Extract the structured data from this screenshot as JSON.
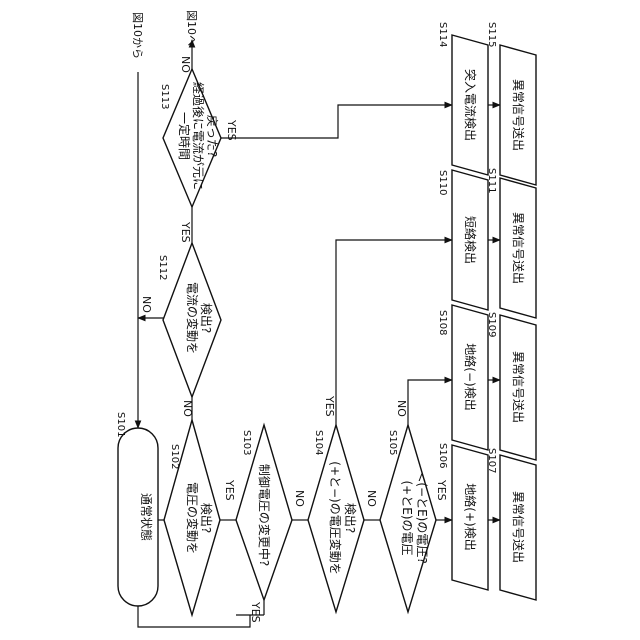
{
  "from_fig10": "図10から",
  "to_fig10": "図10へ",
  "start": {
    "id": "S101",
    "text": "通常状態"
  },
  "decisions": [
    {
      "id": "S102",
      "lines": [
        "電圧の変動を",
        "検出?"
      ]
    },
    {
      "id": "S103",
      "lines": [
        "制御電圧の変更中?"
      ]
    },
    {
      "id": "S104",
      "lines": [
        "(+と−)の電圧変動を",
        "検出?"
      ]
    },
    {
      "id": "S105",
      "lines": [
        "(+とE)の電圧",
        "<(−とE)の電圧?"
      ]
    },
    {
      "id": "S112",
      "lines": [
        "電流の変動を",
        "検出?"
      ]
    },
    {
      "id": "S113",
      "lines": [
        "一定時間",
        "経過後に電流が元に",
        "戻った?"
      ]
    }
  ],
  "detections": [
    {
      "id": "S106",
      "text": "地絡(+)検出"
    },
    {
      "id": "S108",
      "text": "地絡(−)検出"
    },
    {
      "id": "S110",
      "text": "短絡検出"
    },
    {
      "id": "S114",
      "text": "突入電流検出"
    }
  ],
  "signals": [
    {
      "id": "S107",
      "text": "異常信号送出"
    },
    {
      "id": "S109",
      "text": "異常信号送出"
    },
    {
      "id": "S111",
      "text": "異常信号送出"
    },
    {
      "id": "S115",
      "text": "異常信号送出"
    }
  ],
  "labels": {
    "yes": "YES",
    "no": "NO"
  }
}
